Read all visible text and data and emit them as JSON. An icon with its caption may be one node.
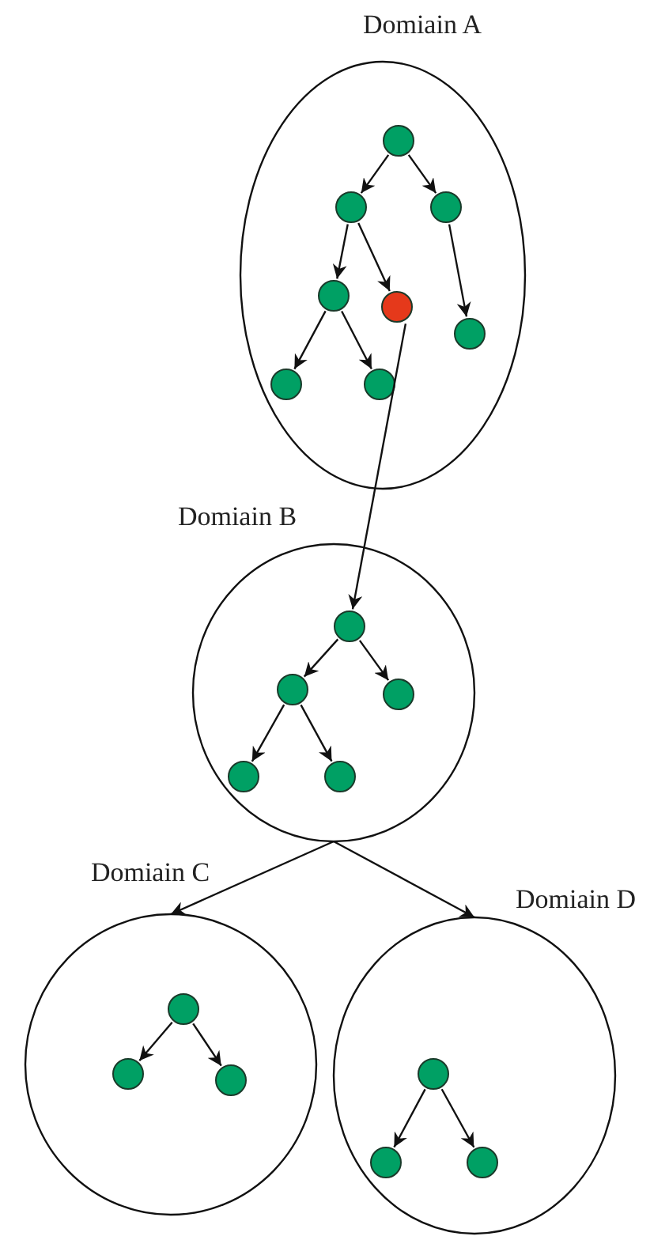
{
  "diagram": {
    "nodes": [
      {
        "text": [
          "Domiain A"
        ]
      },
      {
        "text": [],
        "shape": "circle",
        "in": 0
      },
      {
        "text": [],
        "shape": "circle",
        "in": 0
      },
      {
        "text": [],
        "shape": "circle",
        "in": 0
      },
      {
        "text": [],
        "shape": "circle",
        "in": 0
      },
      {
        "text": [],
        "shape": "circle",
        "in": 0
      },
      {
        "text": [],
        "shape": "circle",
        "in": 0
      },
      {
        "text": [],
        "shape": "circle",
        "in": 0
      },
      {
        "text": [],
        "shape": "circle",
        "in": 0
      },
      {
        "text": [
          "Domiain B"
        ]
      },
      {
        "text": [],
        "shape": "circle",
        "in": 9
      },
      {
        "text": [],
        "shape": "circle",
        "in": 9
      },
      {
        "text": [],
        "shape": "circle",
        "in": 9
      },
      {
        "text": [],
        "shape": "circle",
        "in": 9
      },
      {
        "text": [],
        "shape": "circle",
        "in": 9
      },
      {
        "text": [
          "Domiain C"
        ]
      },
      {
        "text": [],
        "shape": "circle",
        "in": 15
      },
      {
        "text": [],
        "shape": "circle",
        "in": 15
      },
      {
        "text": [],
        "shape": "circle",
        "in": 15
      },
      {
        "text": [
          "Domiain D"
        ]
      },
      {
        "text": [],
        "shape": "circle",
        "in": 19
      },
      {
        "text": [],
        "shape": "circle",
        "in": 19
      },
      {
        "text": [],
        "shape": "circle",
        "in": 19
      }
    ],
    "edges": [
      {
        "from": 1,
        "to": 2,
        "arrow": "to"
      },
      {
        "from": 1,
        "to": 3,
        "arrow": "to"
      },
      {
        "from": 2,
        "to": 4,
        "arrow": "to"
      },
      {
        "from": 2,
        "to": 5,
        "arrow": "to"
      },
      {
        "from": 3,
        "to": 6,
        "arrow": "to"
      },
      {
        "from": 4,
        "to": 7,
        "arrow": "to"
      },
      {
        "from": 4,
        "to": 8,
        "arrow": "to"
      },
      {
        "from": 5,
        "to": 10,
        "arrow": "to"
      },
      {
        "from": 10,
        "to": 11,
        "arrow": "to"
      },
      {
        "from": 10,
        "to": 12,
        "arrow": "to"
      },
      {
        "from": 11,
        "to": 13,
        "arrow": "to"
      },
      {
        "from": 11,
        "to": 14,
        "arrow": "to"
      },
      {
        "from": 9,
        "to": 15,
        "arrow": "to"
      },
      {
        "from": 9,
        "to": 19,
        "arrow": "to"
      },
      {
        "from": 16,
        "to": 17,
        "arrow": "to"
      },
      {
        "from": 16,
        "to": 18,
        "arrow": "to"
      },
      {
        "from": 20,
        "to": 21,
        "arrow": "to"
      },
      {
        "from": 20,
        "to": 22,
        "arrow": "to"
      }
    ]
  }
}
